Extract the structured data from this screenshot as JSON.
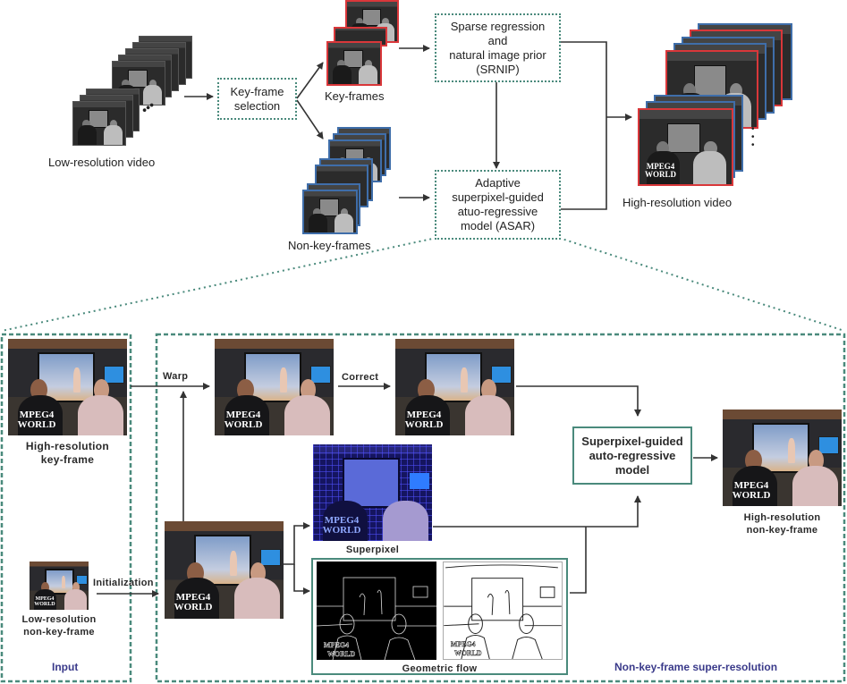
{
  "top": {
    "low_res_video_label": "Low-resolution video",
    "key_frame_selection_label": "Key-frame selection",
    "key_frames_label": "Key-frames",
    "non_key_frames_label": "Non-key-frames",
    "srnip_label": "Sparse regression and natural image prior (SRNIP)",
    "srnip_lines": [
      "Sparse regression",
      "and",
      "natural image prior",
      "(SRNIP)"
    ],
    "asar_lines": [
      "Adaptive",
      "superpixel-guided",
      "atuo-regressive",
      "model (ASAR)"
    ],
    "high_res_video_label": "High-resolution video",
    "frame_logo": [
      "MPEG4",
      "WORLD"
    ]
  },
  "bottom": {
    "input_section_label": "Input",
    "nonkey_section_label": "Non-key-frame super-resolution",
    "high_res_keyframe_label": [
      "High-resolution",
      "key-frame"
    ],
    "low_res_nonkey_label": [
      "Low-resolution",
      "non-key-frame"
    ],
    "warp_label": "Warp",
    "correct_label": "Correct",
    "initialization_label": "Initialization",
    "superpixel_label": "Superpixel",
    "geometric_flow_label": "Geometric flow",
    "model_box_lines": [
      "Superpixel-guided",
      "auto-regressive",
      "model"
    ],
    "output_label": [
      "High-resolution",
      "non-key-frame"
    ]
  },
  "colors": {
    "key_frame_border": "#d9373a",
    "non_key_frame_border": "#3f6eaa",
    "dashed_box": "#4a8a7c",
    "section_label": "#3a3a8a"
  }
}
